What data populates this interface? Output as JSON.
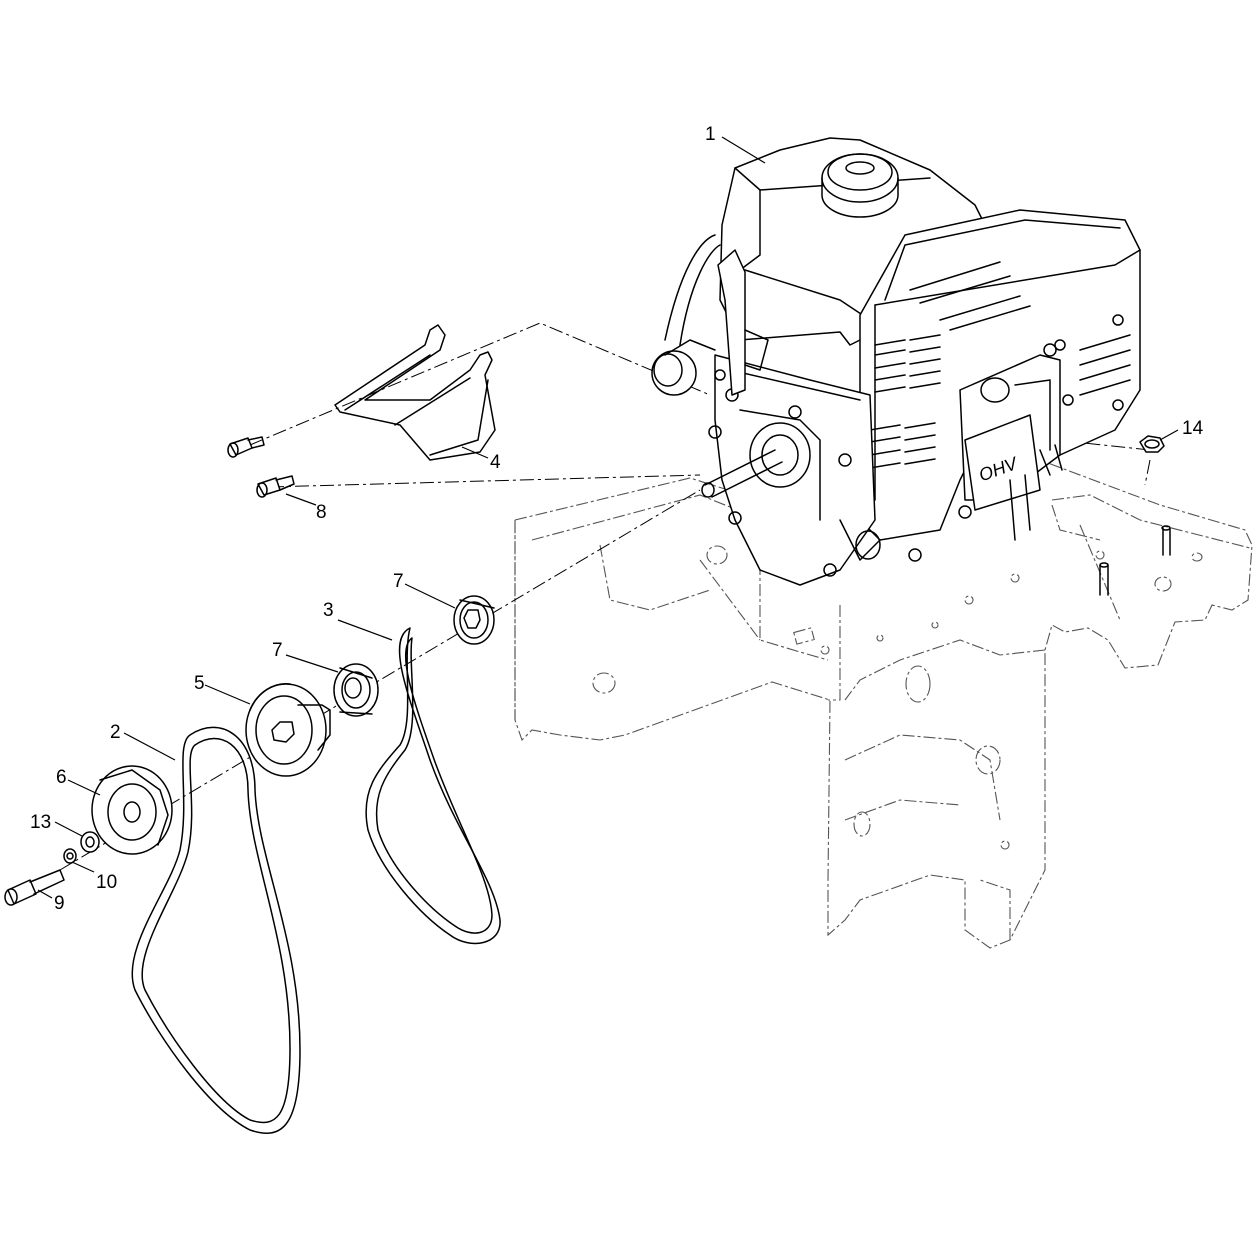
{
  "diagram": {
    "engine_texts": {
      "valve_label": "OHV"
    },
    "callouts": [
      {
        "id": "c1",
        "label": "1"
      },
      {
        "id": "c2",
        "label": "2"
      },
      {
        "id": "c3",
        "label": "3"
      },
      {
        "id": "c4",
        "label": "4"
      },
      {
        "id": "c5",
        "label": "5"
      },
      {
        "id": "c6",
        "label": "6"
      },
      {
        "id": "c7a",
        "label": "7"
      },
      {
        "id": "c7b",
        "label": "7"
      },
      {
        "id": "c8",
        "label": "8"
      },
      {
        "id": "c9",
        "label": "9"
      },
      {
        "id": "c10",
        "label": "10"
      },
      {
        "id": "c13",
        "label": "13"
      },
      {
        "id": "c14",
        "label": "14"
      }
    ]
  }
}
